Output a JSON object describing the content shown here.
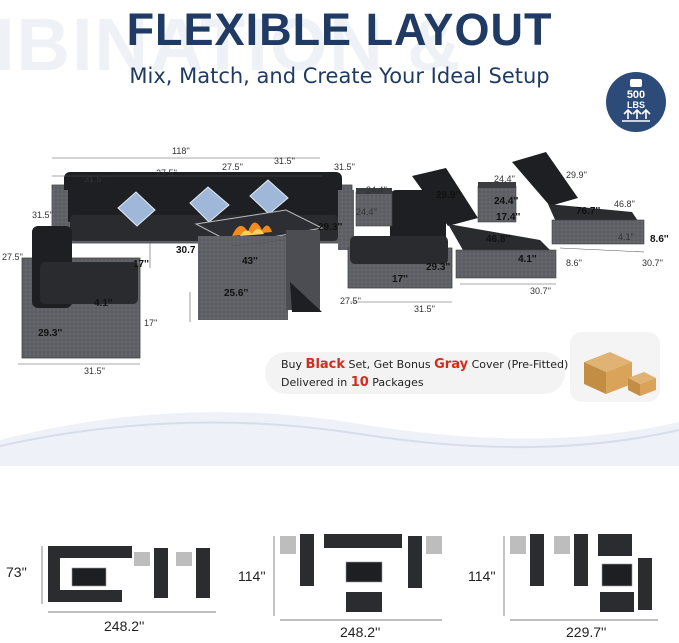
{
  "background_word": "IBINATION &",
  "title": "FLEXIBLE LAYOUT",
  "subtitle": "Mix, Match, and Create Your Ideal Setup",
  "badge": {
    "number": "500",
    "unit": "LBS"
  },
  "dimensions": {
    "sofa_width": "118''",
    "sofa_seg_1": "31.5''",
    "sofa_seg_2": "27.5''",
    "sofa_seg_3": "27.5''",
    "sofa_seg_4": "31.5''",
    "sofa_depth_right": "31.5''",
    "sofa_depth_left": "31.5''",
    "corner_depth": "27.5''",
    "fire_table_height_label": "30.7",
    "sofa_seat_height": "17''",
    "fire_table_width": "43''",
    "fire_table_depth": "25.6''",
    "sofa_back_height": "29.3''",
    "chair_seat_height": "4.1''",
    "chair_height": "29.3''",
    "chair_17": "17''",
    "chair_width": "31.5''",
    "armless_height": "29.3''",
    "armless_seat": "17''",
    "armless_depth": "27.5''",
    "armless_width": "31.5''",
    "side_table_w": "24.4''",
    "side_table_w_bold": "24.4''",
    "side_table_h": "17.4''",
    "side_table_w2": "24.4''",
    "side_table_d": "24.4''",
    "lounger_back": "29.9''",
    "lounger_back2": "29.9''",
    "lounger_len_bold": "46.8''",
    "lounger_len": "46.8''",
    "lounger_full": "76.7''",
    "lounger_seat": "4.1''",
    "lounger_seat2": "4.1''",
    "lounger_h": "8.6''",
    "lounger_h2": "8.6''",
    "lounger_w": "30.7''",
    "lounger_w2": "30.7''"
  },
  "promo": {
    "line1_prefix": "Buy ",
    "line1_black": "Black",
    "line1_mid": " Set, Get Bonus ",
    "line1_gray": "Gray",
    "line1_suffix": " Cover (Pre-Fitted)",
    "line2_prefix": "Delivered in ",
    "line2_count": "10",
    "line2_suffix": " Packages"
  },
  "layouts": [
    {
      "height": "73''",
      "width": "248.2''"
    },
    {
      "height": "114''",
      "width": "248.2''"
    },
    {
      "height": "114''",
      "width": "229.7''"
    }
  ],
  "colors": {
    "navy": "#1f3a63",
    "cushion": "#1e1f22",
    "wicker": "#5a5c61",
    "accent_red": "#d12d1f",
    "pillow": "#9fb7d8"
  }
}
